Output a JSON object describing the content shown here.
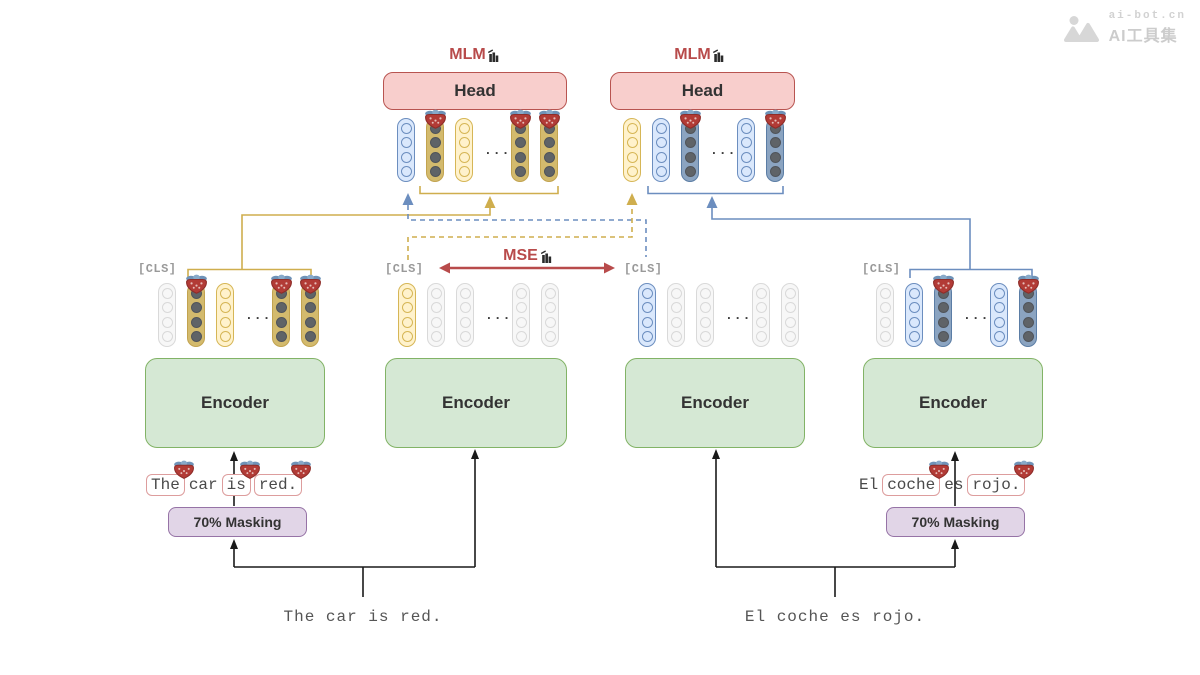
{
  "watermark": {
    "site": "ai-bot.cn",
    "name": "AI工具集"
  },
  "labels": {
    "mlm": "MLM",
    "mse": "MSE",
    "head": "Head",
    "encoder": "Encoder",
    "masking": "70% Masking",
    "cls": "[CLS]",
    "dots": "..."
  },
  "sentences": {
    "english": "The car is red.",
    "spanish": "El coche es rojo."
  },
  "inputs": {
    "left": [
      {
        "text": "The",
        "masked": true
      },
      {
        "text": "car",
        "masked": false
      },
      {
        "text": "is",
        "masked": true
      },
      {
        "text": "red.",
        "masked": true
      }
    ],
    "right": [
      {
        "text": "El",
        "masked": false
      },
      {
        "text": "coche",
        "masked": true
      },
      {
        "text": "es",
        "masked": false
      },
      {
        "text": "rojo.",
        "masked": true
      }
    ]
  },
  "token_rows": {
    "head_left": [
      "blue",
      "masked-yellow",
      "yellow",
      "dots",
      "masked-yellow",
      "masked-yellow"
    ],
    "head_right": [
      "yellow",
      "blue",
      "masked-blue",
      "dots",
      "blue",
      "masked-blue"
    ],
    "enc1": [
      "gray",
      "masked-yellow",
      "yellow",
      "dots",
      "masked-yellow",
      "masked-yellow"
    ],
    "enc2": [
      "yellow",
      "gray",
      "gray",
      "dots",
      "gray",
      "gray"
    ],
    "enc3": [
      "blue",
      "gray",
      "gray",
      "dots",
      "gray",
      "gray"
    ],
    "enc4": [
      "gray",
      "blue",
      "masked-blue",
      "dots",
      "blue",
      "masked-blue"
    ]
  },
  "palette": {
    "green_fill": "#d5e8d4",
    "green_border": "#82b366",
    "red_fill": "#f8cecc",
    "red_border": "#b85450",
    "purple_fill": "#e1d5e7",
    "purple_border": "#9673a6",
    "yellow_fill": "#fff2cc",
    "yellow_border": "#d6b656",
    "blue_fill": "#dae8fc",
    "blue_border": "#6c8ebf",
    "gray_fill": "#f7f7f7",
    "gray_border": "#d9d9d9",
    "masked_fill": "#5f6367",
    "masked_yellow_bg": "#d3ba6d",
    "masked_yellow_border": "#c2a34f",
    "masked_blue_bg": "#8ba4c1",
    "masked_blue_border": "#5b7da5",
    "line_yellow": "#cfae4e",
    "line_red": "#b84b4b",
    "ink": "#1a1a1a",
    "text_dark": "#333333",
    "text_gray": "#999999",
    "word_box_border": "#dd9d9d"
  }
}
